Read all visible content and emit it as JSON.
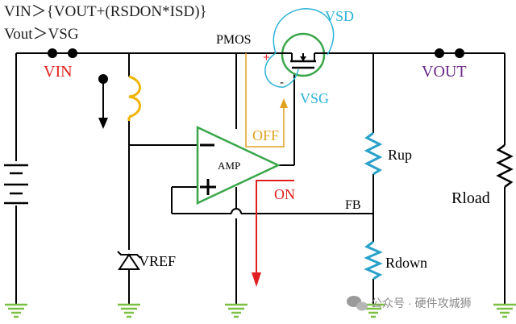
{
  "texts": {
    "condition_1": "VIN＞{VOUT+(RSDON*ISD)}",
    "condition_2": "Vout＞VSG",
    "vin": "VIN",
    "vout": "VOUT",
    "pmos": "PMOS",
    "vsd": "VSD",
    "vsg": "VSG",
    "plus": "+",
    "minus": "-",
    "amp": "AMP",
    "off": "OFF",
    "on": "ON",
    "fb": "FB",
    "rup": "Rup",
    "rload": "Rload",
    "rdown": "Rdown",
    "vref": "VREF",
    "watermark": "公众号 · 硬件攻城狮"
  },
  "colors": {
    "wire": "#000000",
    "vin_label": "#e02020",
    "vout_label": "#6a2a8a",
    "vsd_vsg": "#2bb3d8",
    "mos_symbol": "#3aa64a",
    "amplifier": "#3aa64a",
    "resistor": "#2aa1c9",
    "inductor": "#f0b400",
    "off_arrow": "#e0a020",
    "on_arrow": "#e02020",
    "ground": "#7bc043",
    "watermark": "#8a8a8a"
  }
}
